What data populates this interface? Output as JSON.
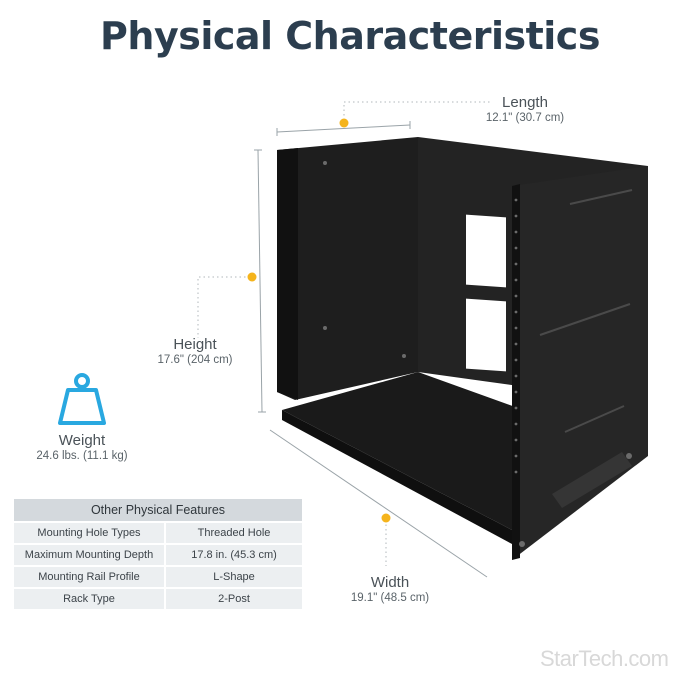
{
  "title": "Physical Characteristics",
  "dimensions": {
    "length": {
      "name": "Length",
      "value": "12.1\"  (30.7 cm)"
    },
    "height": {
      "name": "Height",
      "value": "17.6\"  (204 cm)"
    },
    "width": {
      "name": "Width",
      "value": "19.1\"  (48.5 cm)"
    },
    "weight": {
      "name": "Weight",
      "value": "24.6 lbs.  (11.1 kg)"
    }
  },
  "features": {
    "header": "Other Physical Features",
    "rows": [
      {
        "key": "Mounting Hole Types",
        "value": "Threaded Hole"
      },
      {
        "key": "Maximum Mounting Depth",
        "value": "17.8 in. (45.3 cm)"
      },
      {
        "key": "Mounting Rail Profile",
        "value": "L-Shape"
      },
      {
        "key": "Rack Type",
        "value": "2-Post"
      }
    ]
  },
  "brand": "StarTech.com",
  "colors": {
    "accent": "#f5a623",
    "icon": "#29a8e0",
    "title": "#2c3e4f"
  },
  "icons": {
    "weight": "weight-icon"
  }
}
